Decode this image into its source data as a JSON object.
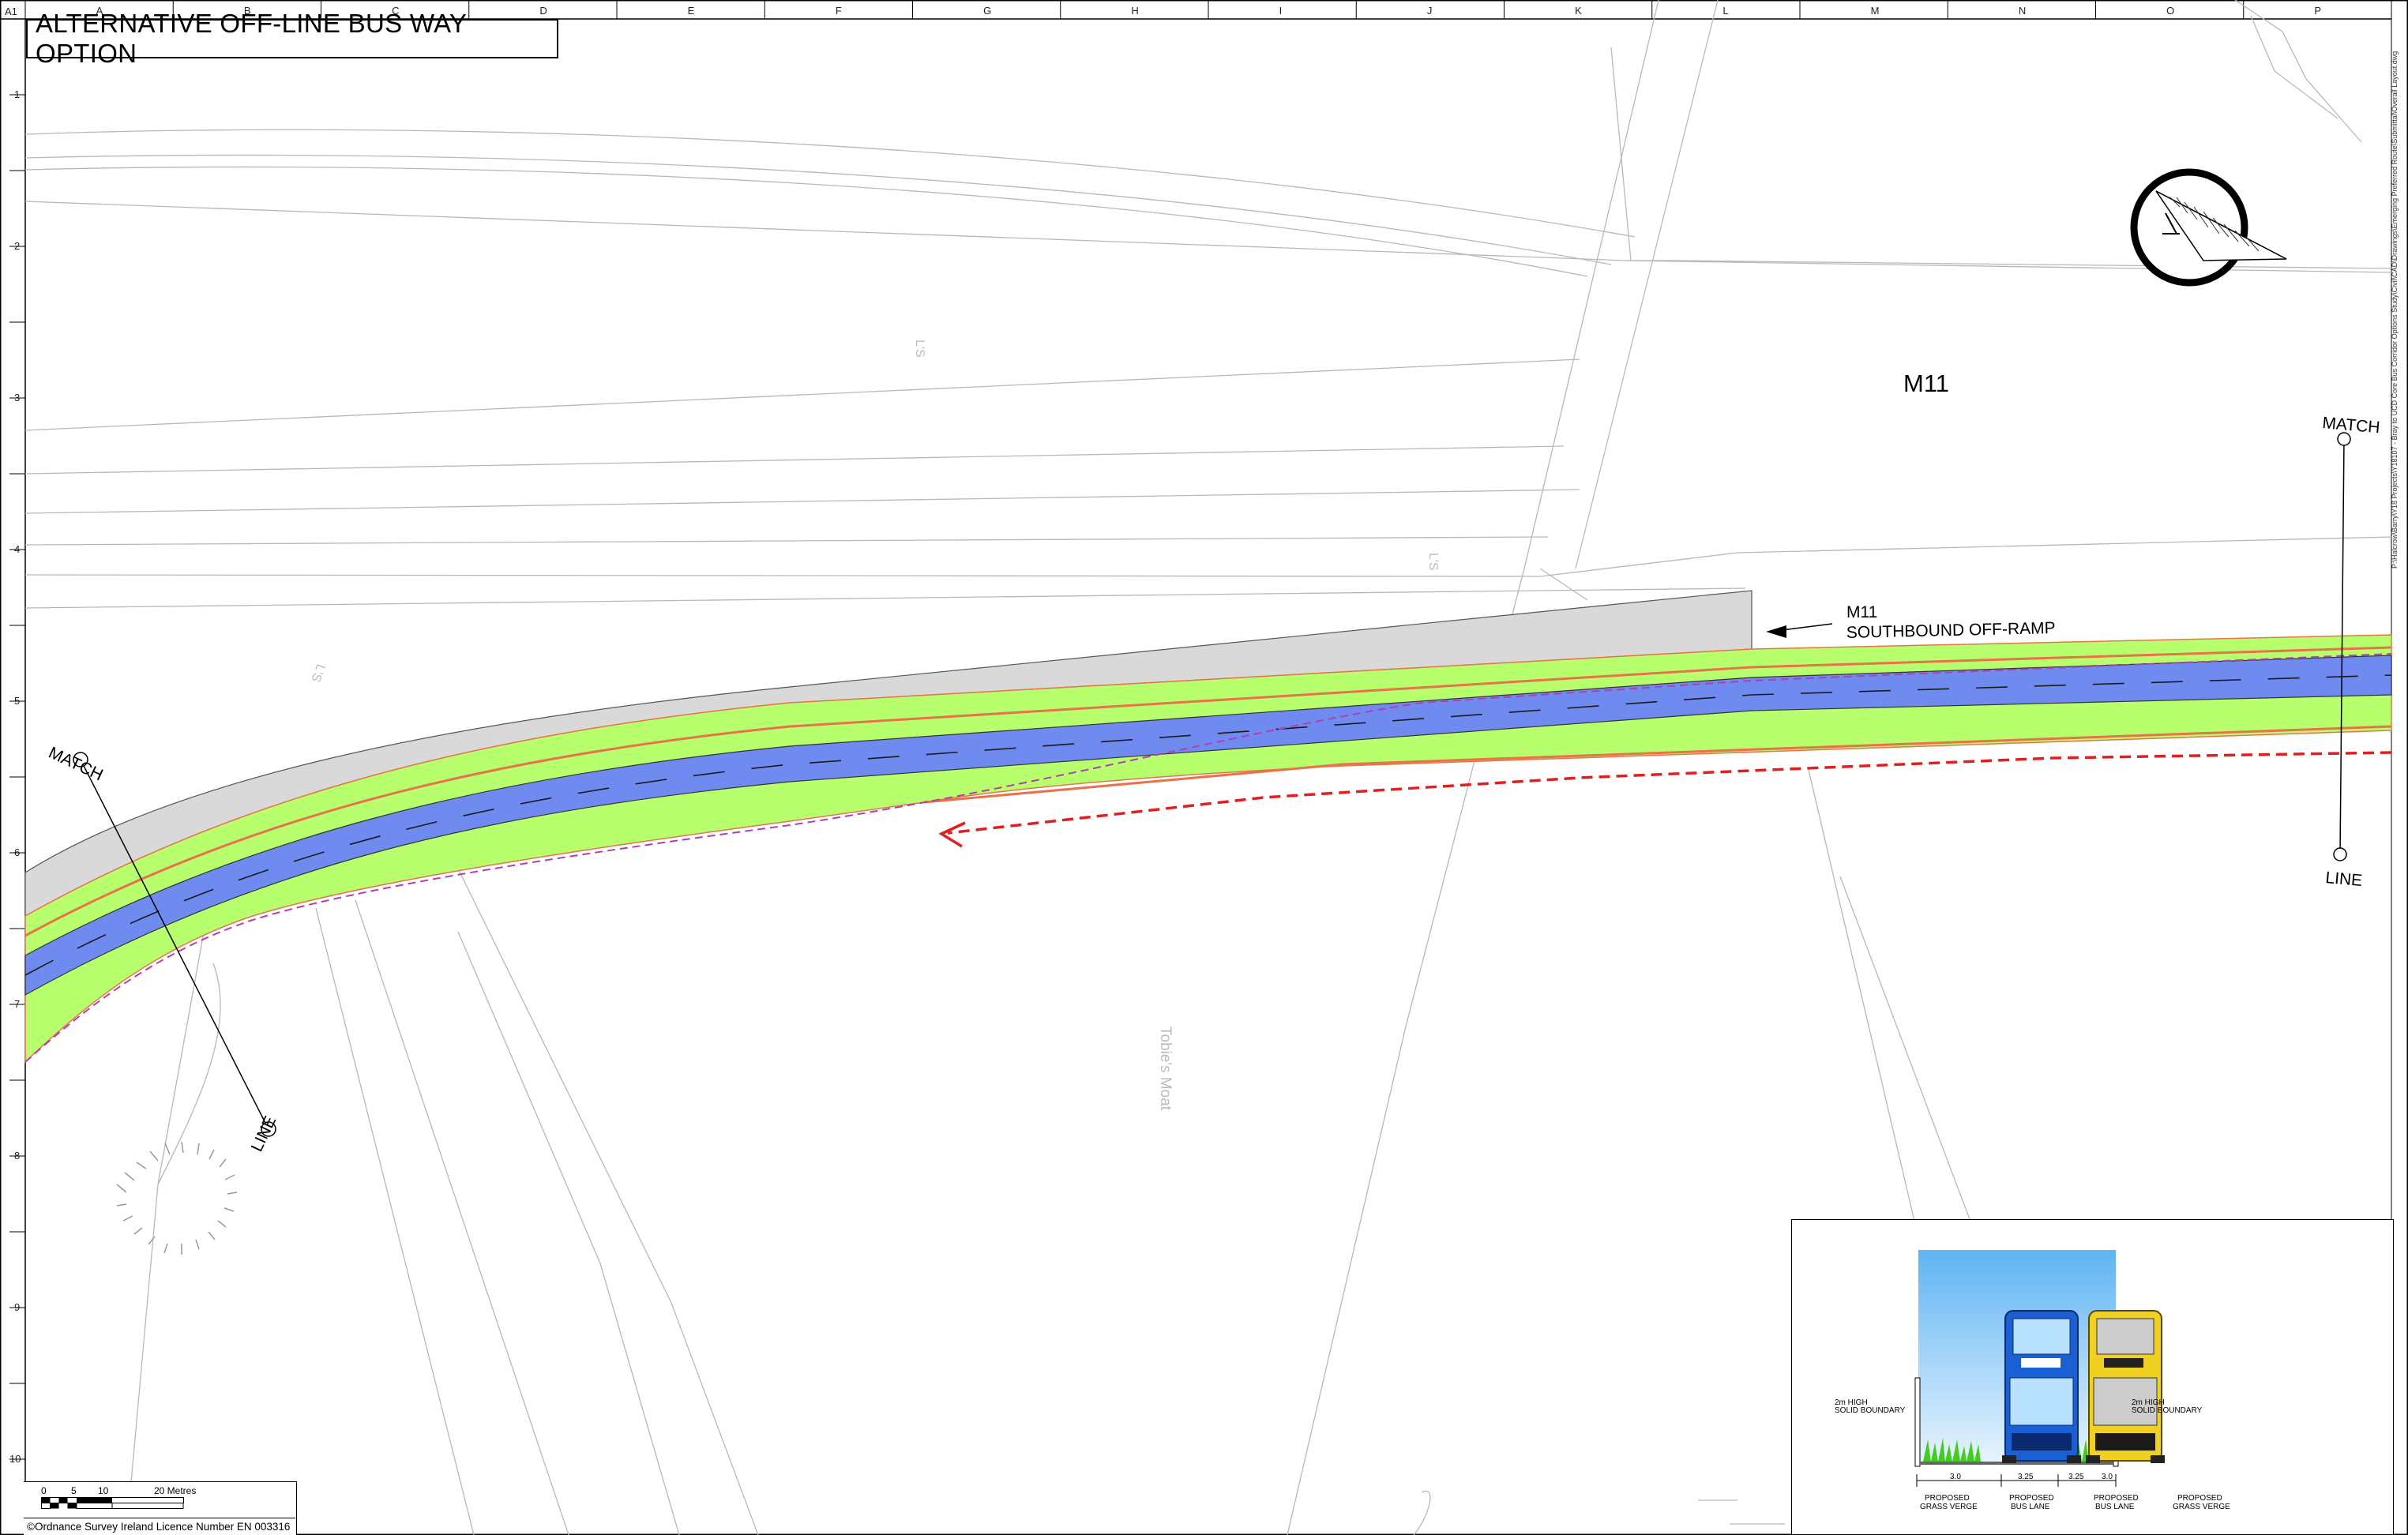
{
  "sheet": {
    "size_label": "A1",
    "title": "ALTERNATIVE OFF-LINE BUS WAY OPTION",
    "file_path": "P:\\Halcrow\\Barry\\Y18 Projects\\Y18107 - Bray to UCD Core Bus Corridor Options Study\\Civil\\CAD\\Drawings\\Emerging Preferred Route\\Submittal\\Overall Layout.dwg",
    "grid_columns": [
      "A",
      "B",
      "C",
      "D",
      "E",
      "F",
      "G",
      "H",
      "I",
      "J",
      "K",
      "L",
      "M",
      "N",
      "O",
      "P"
    ],
    "grid_rows": [
      "1",
      "2",
      "3",
      "4",
      "5",
      "6",
      "7",
      "8",
      "9",
      "10"
    ]
  },
  "map": {
    "road_label": "M11",
    "ramp_label_line1": "M11",
    "ramp_label_line2": "SOUTHBOUND OFF-RAMP",
    "place_label": "Tobie's Moat",
    "contour_label": "L'S",
    "match_line_word1": "MATCH",
    "match_line_word2": "LINE",
    "colors": {
      "verge": "#b8ff6e",
      "bus_lane": "#6f8bf0",
      "existing_road": "#d9d9d9",
      "boundary": "#e8734a",
      "proposed_route": "#e02020",
      "existing_boundary": "#b040b0"
    }
  },
  "scale_bar": {
    "ticks": [
      "0",
      "5",
      "10",
      "20 Metres"
    ],
    "licence": "©Ordnance Survey Ireland Licence Number EN 003316"
  },
  "cross_section": {
    "boundary_left": [
      "2m HIGH",
      "SOLID BOUNDARY"
    ],
    "boundary_right": [
      "2m HIGH",
      "SOLID BOUNDARY"
    ],
    "dims": [
      "3.0",
      "3.25",
      "3.25",
      "3.0"
    ],
    "labels": [
      [
        "PROPOSED",
        "GRASS VERGE"
      ],
      [
        "PROPOSED",
        "BUS LANE"
      ],
      [
        "PROPOSED",
        "BUS LANE"
      ],
      [
        "PROPOSED",
        "GRASS VERGE"
      ]
    ],
    "bus_colors": [
      "#1a5fd4",
      "#f0d020"
    ]
  },
  "north_arrow": {
    "icon": "north-arrow-icon"
  }
}
